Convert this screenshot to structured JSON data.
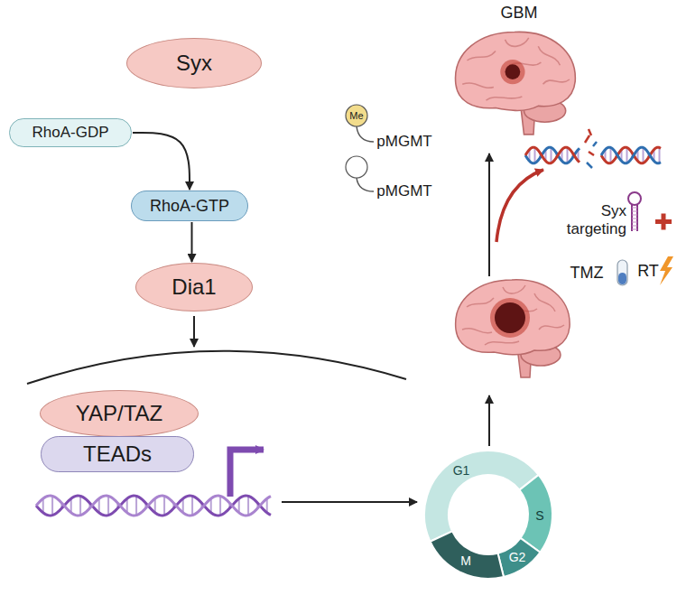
{
  "diagram": {
    "nodes": [
      {
        "text": [
          "Syx"
        ]
      },
      {
        "text": [
          "RhoA-GDP"
        ]
      },
      {
        "text": [
          "RhoA-GTP"
        ]
      },
      {
        "text": [
          "Dia1"
        ]
      },
      {
        "text": [
          "YAP/TAZ"
        ]
      },
      {
        "text": [
          "TEADs"
        ]
      }
    ],
    "edges": [
      {
        "from": 1,
        "to": 2,
        "arrow": "to"
      },
      {
        "from": 2,
        "to": 3,
        "arrow": "to"
      }
    ],
    "labels": [
      "GBM",
      "Me",
      "pMGMT",
      "pMGMT",
      "Syx targeting",
      "TMZ",
      "RT",
      "G1",
      "S",
      "G2",
      "M"
    ]
  }
}
